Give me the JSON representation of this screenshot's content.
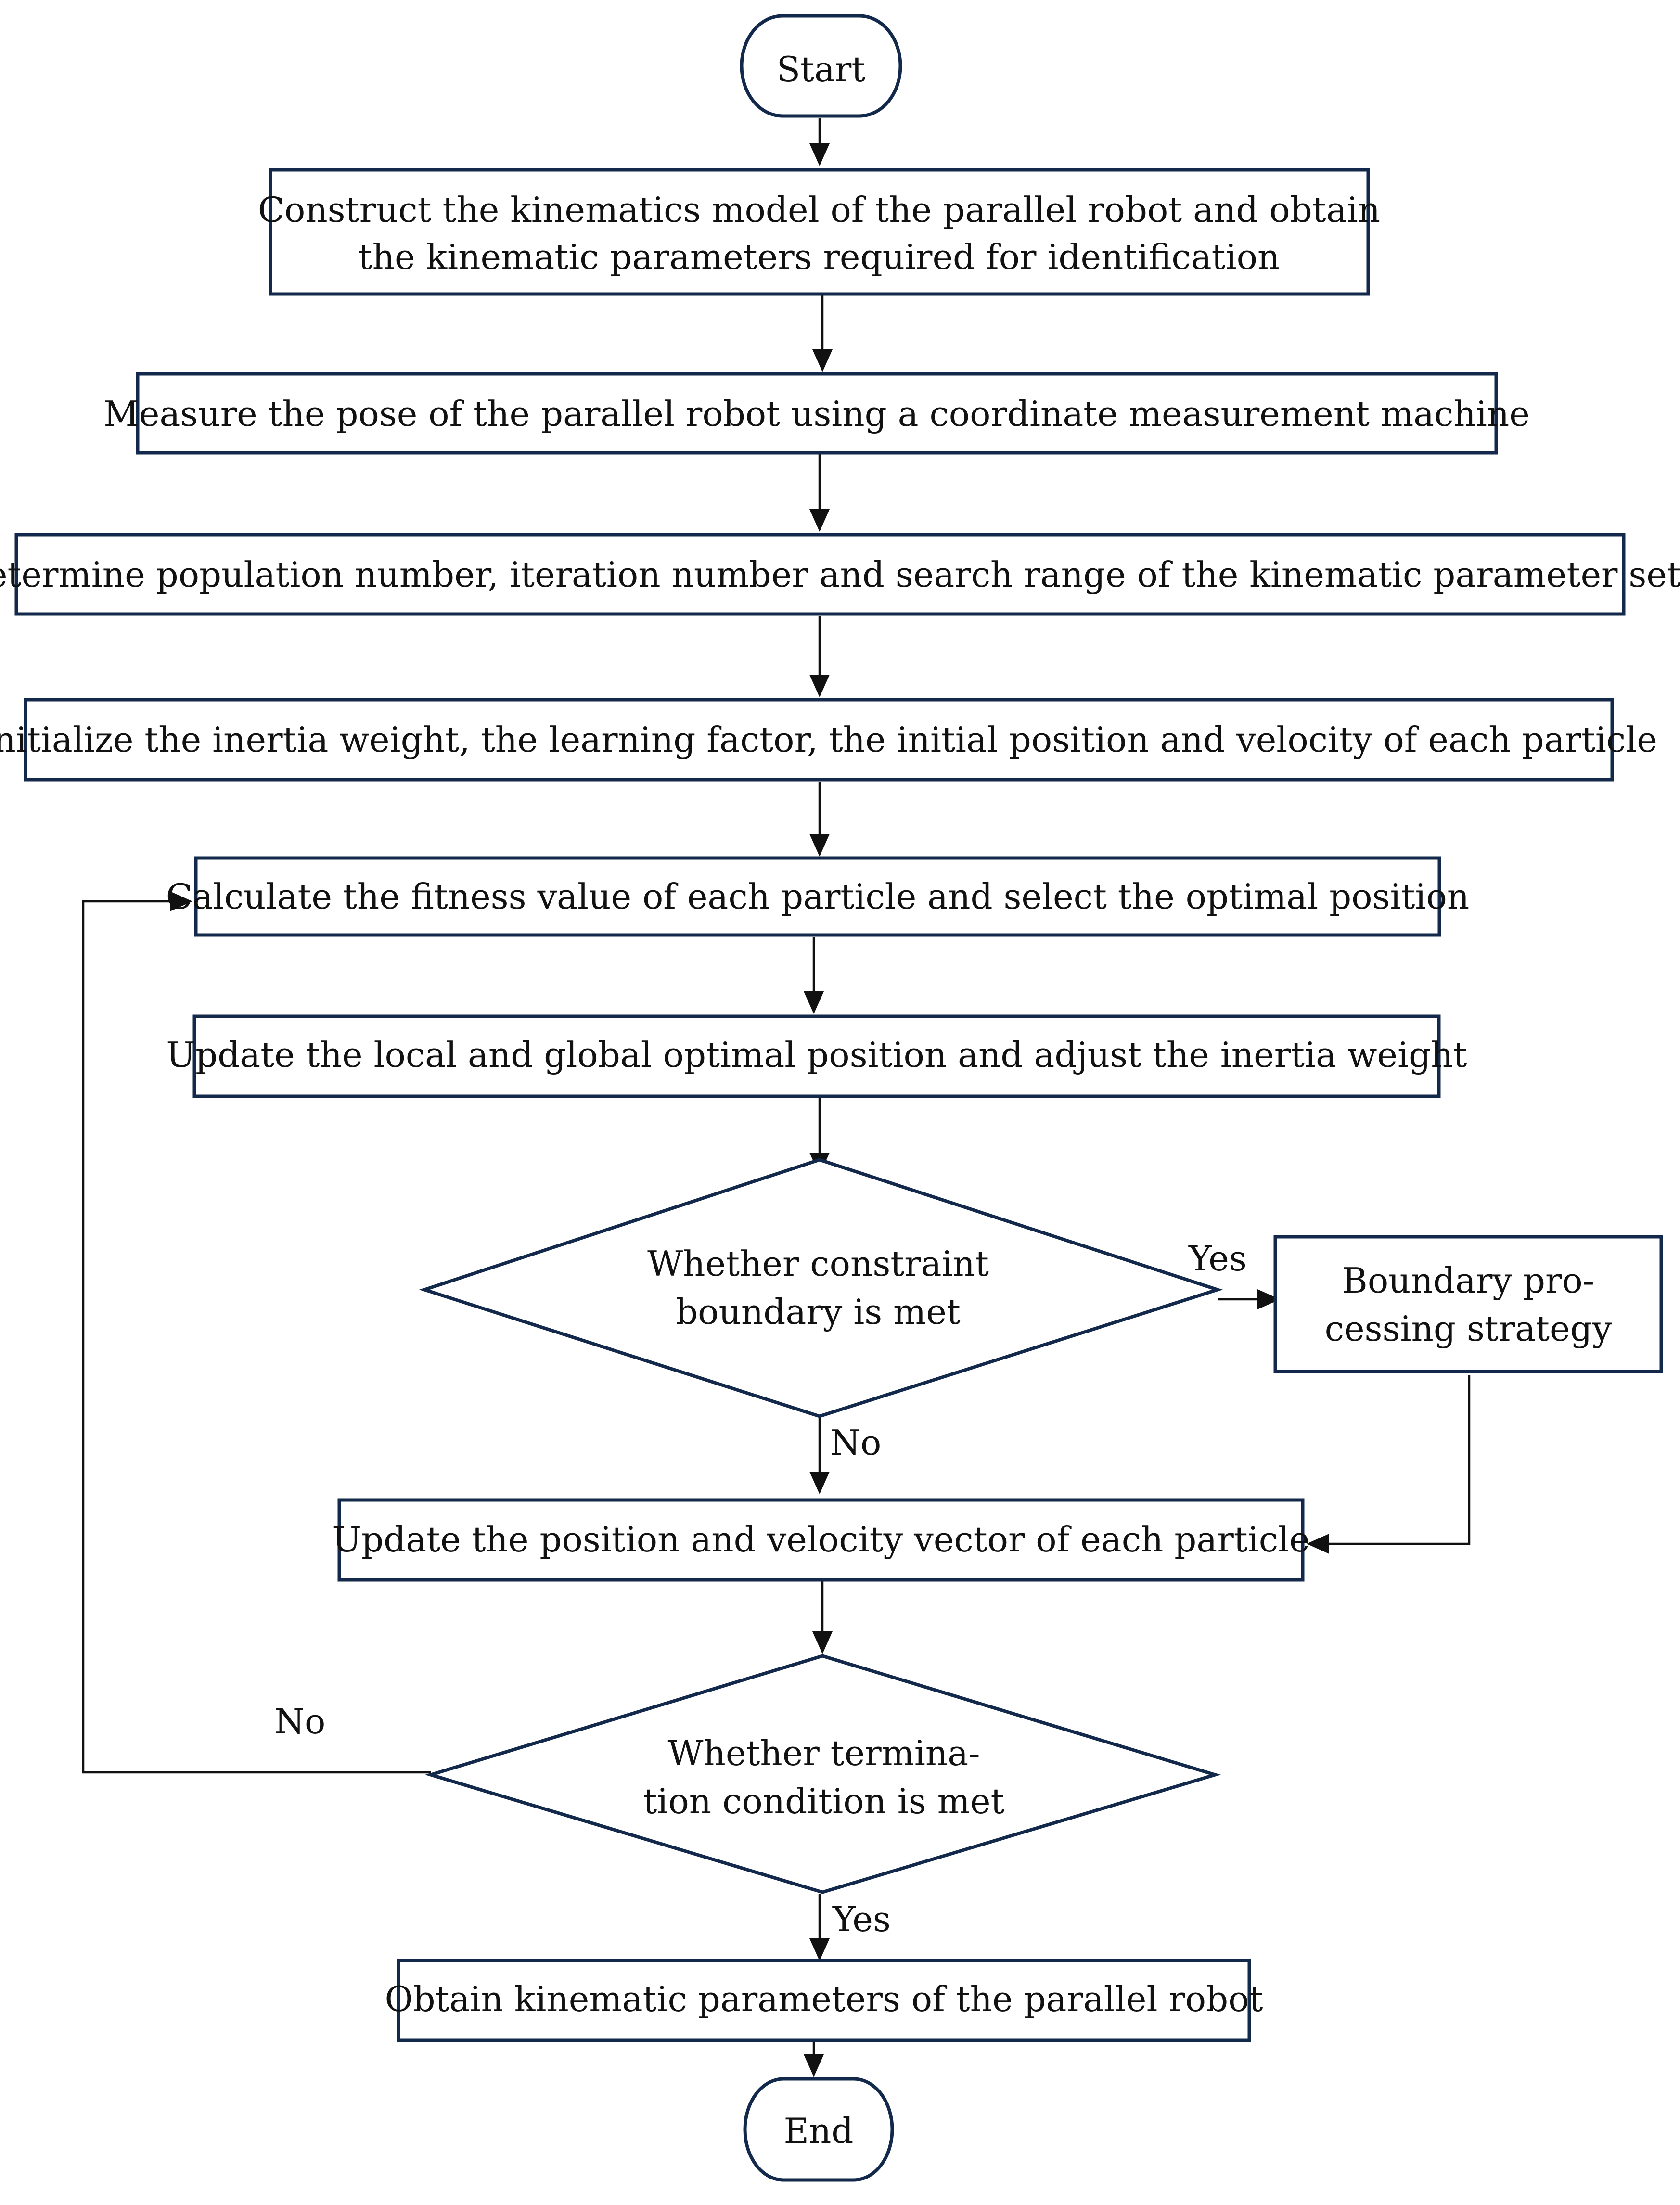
{
  "flowchart": {
    "start": "Start",
    "end": "End",
    "steps": {
      "construct_1": "Construct the kinematics model of the parallel robot and obtain",
      "construct_2": "the kinematic parameters required for identification",
      "measure": "Measure the pose of the parallel robot using a coordinate measurement machine",
      "determine": "Determine population number, iteration number and search range of the kinematic parameter set",
      "initialize": "Initialize the inertia weight, the learning factor, the initial position and velocity of each particle",
      "calculate": "Calculate the fitness value of each particle and select the optimal position",
      "update_optimal": "Update the local and global optimal position and adjust the inertia weight",
      "update_position": "Update the position and velocity vector of each particle",
      "obtain": "Obtain kinematic parameters of the parallel robot",
      "boundary_1": "Boundary pro-",
      "boundary_2": "cessing strategy"
    },
    "decisions": {
      "constraint_1": "Whether constraint",
      "constraint_2": "boundary is met",
      "termination_1": "Whether termina-",
      "termination_2": "tion condition is met"
    },
    "labels": {
      "constraint_yes": "Yes",
      "constraint_no": "No",
      "termination_yes": "Yes",
      "termination_no": "No"
    },
    "colors": {
      "outline": "#13294b",
      "connector": "#111111"
    }
  }
}
